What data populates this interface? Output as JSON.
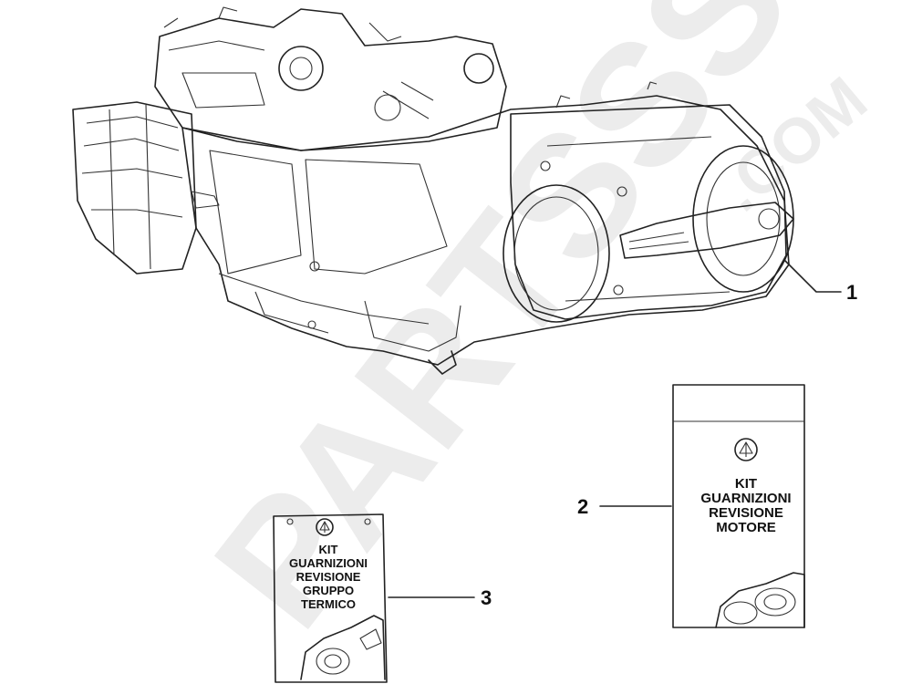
{
  "watermark": {
    "main": "PARTSSS",
    "suffix": ".COM",
    "color": "#ececec"
  },
  "callouts": [
    {
      "id": "engine",
      "number": "1"
    },
    {
      "id": "engine-gasket-kit",
      "number": "2"
    },
    {
      "id": "cylinder-gasket-kit",
      "number": "3"
    }
  ],
  "kit_engine": {
    "lines": [
      "KIT",
      "GUARNIZIONI",
      "REVISIONE",
      "MOTORE"
    ],
    "logo": "piaggio-logo-icon"
  },
  "kit_cylinder": {
    "lines": [
      "KIT",
      "GUARNIZIONI",
      "REVISIONE",
      "GRUPPO",
      "TERMICO"
    ],
    "logo": "piaggio-logo-icon"
  },
  "colors": {
    "ink": "#111111",
    "paper": "#ffffff"
  }
}
